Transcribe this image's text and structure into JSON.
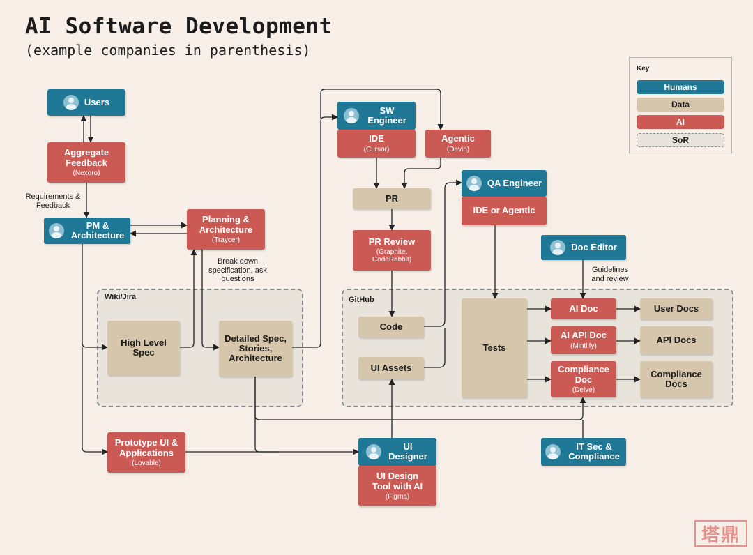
{
  "title": "AI Software Development",
  "subtitle": "(example companies in parenthesis)",
  "groups": {
    "wiki": "Wiki/Jira",
    "github": "GitHub"
  },
  "nodes": {
    "users": {
      "label": "Users"
    },
    "aggregate_feedback": {
      "label": "Aggregate Feedback",
      "sub": "(Nexoro)"
    },
    "pm_architecture": {
      "label": "PM & Architecture"
    },
    "planning": {
      "label": "Planning & Architecture",
      "sub": "(Traycer)"
    },
    "high_level_spec": {
      "label": "High Level Spec"
    },
    "detailed_spec": {
      "label": "Detailed Spec, Stories, Architecture"
    },
    "prototype": {
      "label": "Prototype UI & Applications",
      "sub": "(Lovable)"
    },
    "sw_engineer": {
      "label": "SW Engineer"
    },
    "ide": {
      "label": "IDE",
      "sub": "(Cursor)"
    },
    "agentic": {
      "label": "Agentic",
      "sub": "(Devin)"
    },
    "pr": {
      "label": "PR"
    },
    "pr_review": {
      "label": "PR Review",
      "sub": "(Graphite, CodeRabbit)"
    },
    "code": {
      "label": "Code"
    },
    "ui_assets": {
      "label": "UI Assets"
    },
    "ui_designer": {
      "label": "UI Designer"
    },
    "ui_design_tool": {
      "label": "UI Design Tool with AI",
      "sub": "(Figma)"
    },
    "qa_engineer": {
      "label": "QA Engineer"
    },
    "ide_or_agentic": {
      "label": "IDE or Agentic"
    },
    "tests": {
      "label": "Tests"
    },
    "doc_editor": {
      "label": "Doc Editor"
    },
    "ai_doc": {
      "label": "AI Doc"
    },
    "ai_api_doc": {
      "label": "AI API Doc",
      "sub": "(Mintlify)"
    },
    "compliance_doc": {
      "label": "Compliance Doc",
      "sub": "(Delve)"
    },
    "user_docs": {
      "label": "User Docs"
    },
    "api_docs": {
      "label": "API Docs"
    },
    "compliance_docs": {
      "label": "Compliance Docs"
    },
    "it_sec": {
      "label": "IT Sec & Compliance"
    }
  },
  "notes": {
    "requirements": "Requirements & Feedback",
    "break_down": "Break down specification, ask questions",
    "guidelines": "Guidelines and review"
  },
  "key": {
    "title": "Key",
    "humans": "Humans",
    "data": "Data",
    "ai": "AI",
    "sor": "SoR"
  },
  "colors": {
    "humans": "#1e7896",
    "data": "#d6c6ab",
    "ai": "#cb5a55",
    "background": "#f7efe7"
  },
  "watermark": "塔鼎"
}
